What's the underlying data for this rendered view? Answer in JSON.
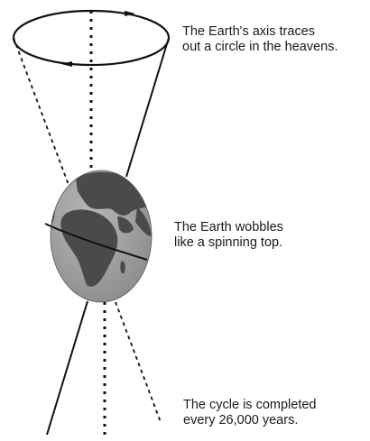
{
  "captions": {
    "axis": {
      "line1": "The Earth's axis traces",
      "line2": "out a circle in the heavens."
    },
    "wobble": {
      "line1": "The Earth wobbles",
      "line2": "like a spinning top."
    },
    "cycle": {
      "line1": "The cycle is completed",
      "line2": "every 26,000 years."
    }
  },
  "colors": {
    "ink": "#111111",
    "ocean": "#9a9a9a",
    "land": "#4a4a4a"
  }
}
